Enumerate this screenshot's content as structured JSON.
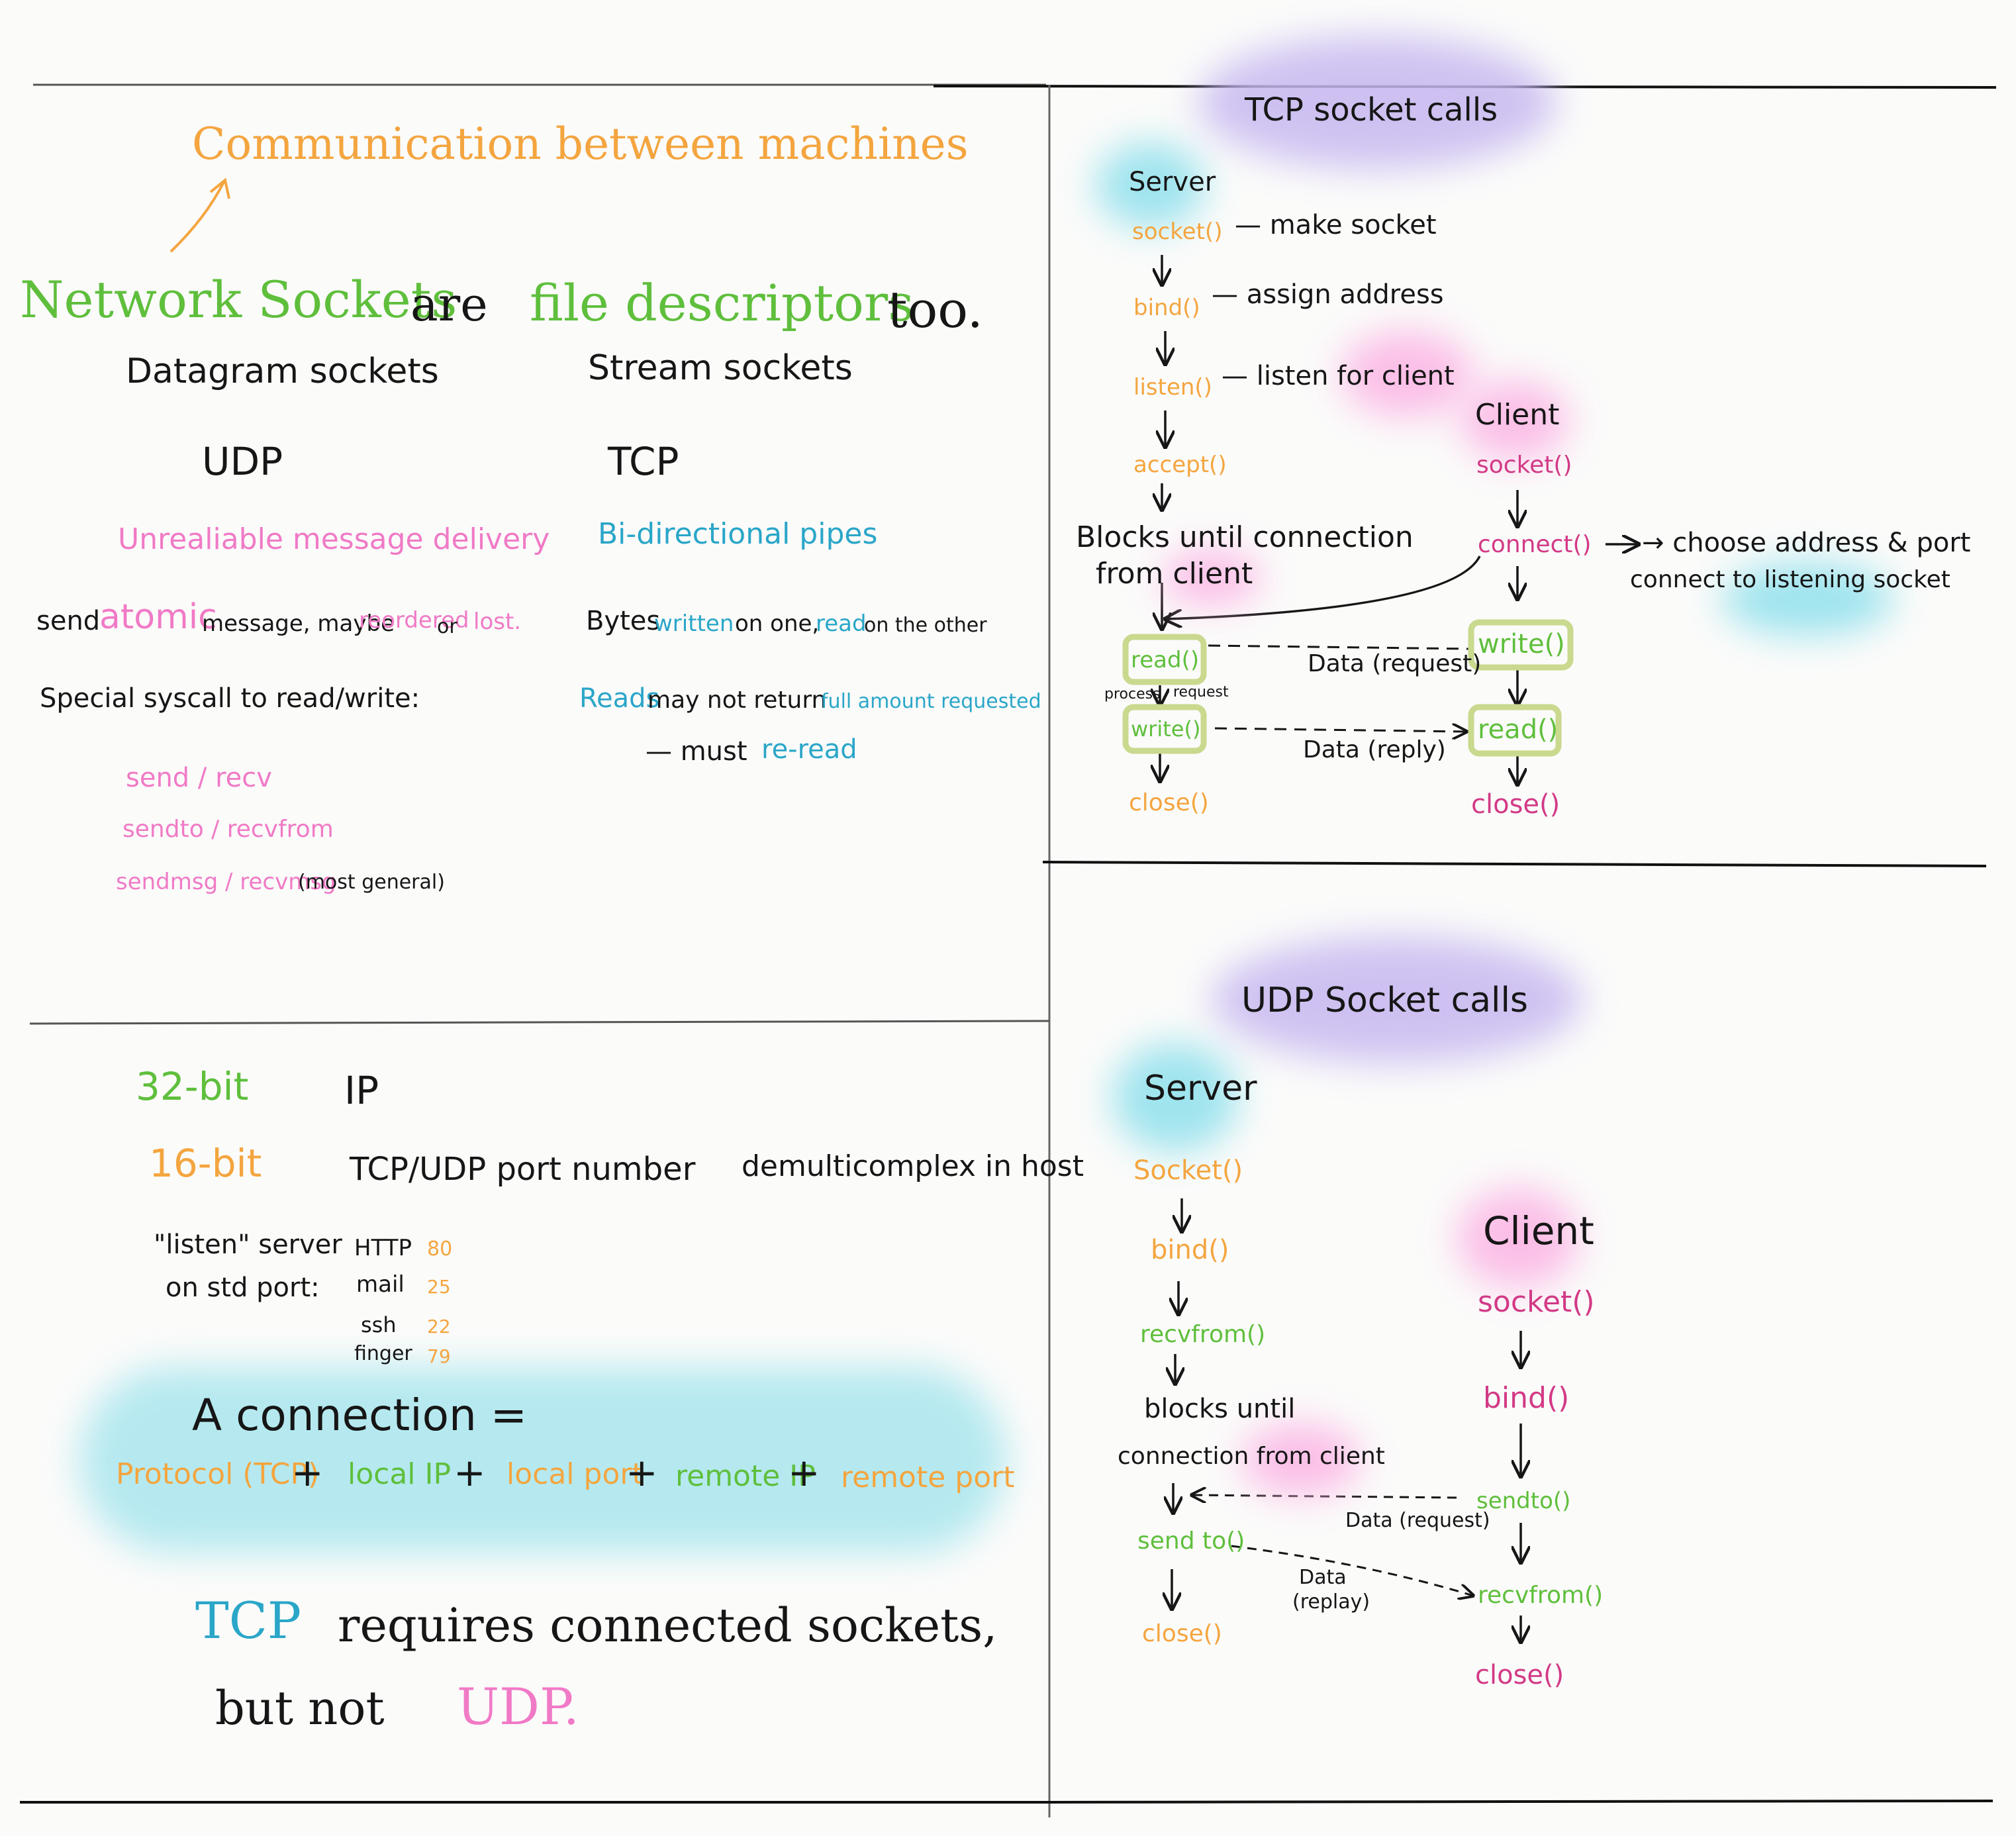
{
  "colors": {
    "orange": "#f4a53f",
    "green": "#5fbf3c",
    "pink": "#f07ac6",
    "teal": "#2aa6c8",
    "magenta": "#d23a86",
    "black": "#161616",
    "cyan_blob": "#8fe0ec",
    "purple_blob": "#c7b8f0",
    "pink_blob": "#fbb4e4",
    "box_green": "#c9d98e"
  },
  "left_top": {
    "heading": "Communication between machines",
    "title_part1": "Network Sockets",
    "title_part2": "are",
    "title_part3": "file descriptors",
    "title_part4": "too.",
    "datagram": {
      "label": "Datagram sockets",
      "protocol": "UDP",
      "desc": "Unrealiable message delivery",
      "line1_a": "send",
      "line1_b": "atomic",
      "line1_c": "message, maybe",
      "line1_d": "reordered",
      "line1_e": "or",
      "line1_f": "lost.",
      "line2": "Special syscall to read/write:",
      "calls": [
        "send / recv",
        "sendto / recvfrom",
        "sendmsg / recvmsg"
      ],
      "calls_note": "(most general)"
    },
    "stream": {
      "label": "Stream sockets",
      "protocol": "TCP",
      "desc": "Bi-directional pipes",
      "line1_a": "Bytes",
      "line1_b": "written",
      "line1_c": "on one,",
      "line1_d": "read",
      "line1_e": "on the other",
      "line2_a": "Reads",
      "line2_b": "may not return",
      "line2_c": "full amount requested",
      "line3_a": "— must",
      "line3_b": "re-read"
    }
  },
  "left_bottom": {
    "bits32": "32-bit",
    "ip": "IP",
    "bits16": "16-bit",
    "port_text": "TCP/UDP port number",
    "demux_text": "demulticomplex in host",
    "listen_line1": "\"listen\" server",
    "listen_line2": "on std port:",
    "ports": [
      {
        "name": "HTTP",
        "num": "80"
      },
      {
        "name": "mail",
        "num": "25"
      },
      {
        "name": "ssh",
        "num": "22"
      },
      {
        "name": "finger",
        "num": "79"
      }
    ],
    "conn_title": "A connection =",
    "conn_terms": [
      "Protocol (TCP)",
      "local IP",
      "local port",
      "remote IP",
      "remote port"
    ],
    "conn_plus": "+",
    "req_a": "TCP",
    "req_b": "requires connected sockets,",
    "req_c": "but not",
    "req_d": "UDP."
  },
  "tcp": {
    "title": "TCP socket calls",
    "server": "Server",
    "s_socket": "socket()",
    "s_socket_note": "— make socket",
    "s_bind": "bind()",
    "s_bind_note": "— assign address",
    "s_listen": "listen()",
    "s_listen_note": "— listen for client",
    "s_accept": "accept()",
    "blocks1": "Blocks until connection",
    "blocks2": "from client",
    "s_read": "read()",
    "process": "process",
    "request": "request",
    "s_write": "write()",
    "s_close": "close()",
    "client": "Client",
    "c_socket": "socket()",
    "c_connect": "connect()",
    "c_connect_note1": "→ choose address & port",
    "c_connect_note2": "connect to listening socket",
    "c_write": "write()",
    "c_read": "read()",
    "c_close": "close()",
    "data_req": "Data (request)",
    "data_rep": "Data (reply)"
  },
  "udp": {
    "title": "UDP Socket calls",
    "server": "Server",
    "s_socket": "Socket()",
    "s_bind": "bind()",
    "s_recvfrom": "recvfrom()",
    "blocks1": "blocks until",
    "blocks2": "connection from client",
    "s_sendto": "send to()",
    "s_close": "close()",
    "client": "Client",
    "c_socket": "socket()",
    "c_bind": "bind()",
    "c_sendto": "sendto()",
    "c_recvfrom": "recvfrom()",
    "c_close": "close()",
    "data_req": "Data (request)",
    "data_rep1": "Data",
    "data_rep2": "(replay)"
  }
}
